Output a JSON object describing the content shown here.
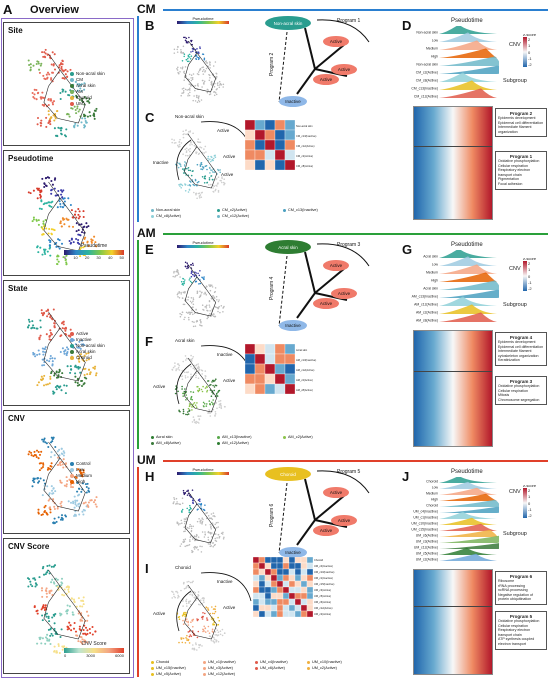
{
  "figure": {
    "overview_letter": "A",
    "overview_title": "Overview",
    "overview_panels": [
      {
        "title": "Site",
        "legend": [
          {
            "label": "Non-acral skin",
            "color": "#2a9d8f"
          },
          {
            "label": "CM",
            "color": "#6fb8c9"
          },
          {
            "label": "Acral skin",
            "color": "#3a7a3a"
          },
          {
            "label": "AM",
            "color": "#7ab35a"
          },
          {
            "label": "Choroid",
            "color": "#e8b33a"
          },
          {
            "label": "UM",
            "color": "#e05a4a"
          }
        ]
      },
      {
        "title": "Pseudotime",
        "colorbar_label": "Pseudotime",
        "ticks": [
          "0",
          "10",
          "20",
          "30",
          "40",
          "50"
        ]
      },
      {
        "title": "State",
        "legend": [
          {
            "label": "Active",
            "color": "#e05a4a"
          },
          {
            "label": "Inactive",
            "color": "#6fa7d8"
          },
          {
            "label": "Non-acral skin",
            "color": "#2a9d8f"
          },
          {
            "label": "Acral skin",
            "color": "#3a7a3a"
          },
          {
            "label": "Choroid",
            "color": "#e8b33a"
          }
        ]
      },
      {
        "title": "CNV",
        "legend": [
          {
            "label": "Control",
            "color": "#2a7fb0"
          },
          {
            "label": "Low",
            "color": "#9ecae1"
          },
          {
            "label": "Medium",
            "color": "#f4a582"
          },
          {
            "label": "High",
            "color": "#e66101"
          }
        ]
      },
      {
        "title": "CNV Score",
        "colorbar_label": "CNV Score",
        "ticks": [
          "0",
          "3000",
          "6000"
        ]
      }
    ],
    "sections": [
      {
        "id": "CM",
        "label": "CM",
        "color": "#2a7fd0",
        "letters": [
          "B",
          "C",
          "D"
        ],
        "pseudotime_label": "Pseudotime",
        "root_label": "Non-acral skin",
        "root_color": "#2a9d8f",
        "program_top": "Program 1",
        "program_left": "Program 2",
        "active_label": "Active",
        "inactive_label": "Inactive",
        "ridge_header": "Pseudotime",
        "cnv_rows": [
          "Non-acral skin",
          "Low",
          "Medium",
          "High"
        ],
        "subgroup_rows": [
          "Non-acral skin",
          "CM_c2(Active)",
          "CM_c8(Active)",
          "CM_c13(Inactive)",
          "CM_c12(Active)"
        ],
        "cnv_label": "CNV",
        "subgroup_label": "Subgroup",
        "zscore_label": "z-score",
        "zscore_ticks": [
          "2",
          "1",
          "0",
          "-1",
          "-2"
        ],
        "scatter_legend": [
          "Non-acral skin",
          "CM_c2(Active)",
          "CM_c13(Inactive)",
          "CM_c8(Active)",
          "CM_c12(Active)"
        ],
        "scatter_labels": [
          "Non-acral skin",
          "Active",
          "Inactive",
          "Active",
          "Active"
        ],
        "heat_groups": [
          "Non-acral skin",
          "CM_c13(Inactive)",
          "CM_c12(Active)",
          "CM_c2(Active)",
          "CM_c8(Active)"
        ],
        "program_boxes": [
          {
            "title": "Program 2",
            "items": [
              "Epidermis development",
              "Epidermal cell differentiation",
              "Intermediate filament organization"
            ]
          },
          {
            "title": "Program 1",
            "items": [
              "Oxidative phosphorylation",
              "Cellular respiration",
              "Respiratory electron transport chain",
              "Pigmentation",
              "Focal adhesion"
            ]
          }
        ]
      },
      {
        "id": "AM",
        "label": "AM",
        "color": "#2aa03a",
        "letters": [
          "E",
          "F",
          "G"
        ],
        "pseudotime_label": "Pseudotime",
        "root_label": "Acral skin",
        "root_color": "#2e7d32",
        "program_top": "Program 3",
        "program_left": "Program 4",
        "active_label": "Active",
        "inactive_label": "Inactive",
        "ridge_header": "Pseudotime",
        "cnv_rows": [
          "Acral skin",
          "Low",
          "Medium",
          "High"
        ],
        "subgroup_rows": [
          "Acral skin",
          "AM_c13(Inactive)",
          "AM_c12(Active)",
          "AM_c2(Active)",
          "AM_c8(Active)"
        ],
        "cnv_label": "CNV",
        "subgroup_label": "Subgroup",
        "zscore_label": "z-score",
        "zscore_ticks": [
          "2",
          "1",
          "0",
          "-1",
          "-2"
        ],
        "scatter_legend": [
          "Acral skin",
          "AM_c13(Inactive)",
          "AM_c2(Active)",
          "AM_c8(Active)",
          "AM_c12(Active)"
        ],
        "scatter_labels": [
          "Acral skin",
          "Inactive",
          "Active",
          "Active"
        ],
        "heat_groups": [
          "Acral skin",
          "AM_c13(Inactive)",
          "AM_c12(Active)",
          "AM_c2(Active)",
          "AM_c8(Active)"
        ],
        "program_boxes": [
          {
            "title": "Program 4",
            "items": [
              "Epidermis development",
              "Epidermal cell differentiation",
              "Intermediate filament",
              "cytoskeleton organization",
              "Keratinization"
            ]
          },
          {
            "title": "Program 3",
            "items": [
              "Oxidative phosphorylation",
              "Cellular respiration",
              "Mitosis",
              "Chromosome segregation"
            ]
          }
        ]
      },
      {
        "id": "UM",
        "label": "UM",
        "color": "#e0402a",
        "letters": [
          "H",
          "I",
          "J"
        ],
        "pseudotime_label": "Pseudotime",
        "root_label": "Choroid",
        "root_color": "#e8c020",
        "program_top": "Program 5",
        "program_left": "Program 6",
        "active_label": "Active",
        "inactive_label": "Inactive",
        "ridge_header": "Pseudotime",
        "cnv_rows": [
          "Choroid",
          "Low",
          "Medium",
          "High"
        ],
        "subgroup_rows": [
          "Choroid",
          "UM_c4(Inactive)",
          "UM_c1(Inactive)",
          "UM_c10(Inactive)",
          "UM_c15(Inactive)",
          "UM_c6(Active)",
          "UM_c3(Active)",
          "UM_c12(Active)",
          "UM_c5(Active)",
          "UM_c2(Active)"
        ],
        "cnv_label": "CNV",
        "subgroup_label": "Subgroup",
        "zscore_label": "z-score",
        "zscore_ticks": [
          "2",
          "1",
          "0",
          "-1",
          "-2"
        ],
        "scatter_legend": [
          "Choroid",
          "UM_c1(Inactive)",
          "UM_c4(Inactive)",
          "UM_c10(Inactive)",
          "UM_c15(Inactive)",
          "UM_c3(Active)",
          "UM_c6(Active)",
          "UM_c2(Active)",
          "UM_c5(Active)",
          "UM_c12(Active)"
        ],
        "scatter_labels": [
          "Choroid",
          "Inactive",
          "Active",
          "Active"
        ],
        "heat_groups": [
          "Choroid",
          "UM_c4(Inactive)",
          "UM_c10(Inactive)",
          "UM_c1(Inactive)",
          "UM_c15(Inactive)",
          "UM_c3(Active)",
          "UM_c5(Active)",
          "UM_c6(Active)",
          "UM_c12(Active)",
          "UM_c2(Active)"
        ],
        "program_boxes": [
          {
            "title": "Program 6",
            "items": [
              "Ribosome",
              "rRNA processing",
              "ncRNA processing",
              "Negative regulation of protein ubiquitination"
            ]
          },
          {
            "title": "Program 5",
            "items": [
              "Oxidative phosphorylation",
              "Cellular respiration",
              "Respiratory electron transport chain",
              "ATP synthesis coupled electron transport"
            ]
          }
        ]
      }
    ]
  }
}
